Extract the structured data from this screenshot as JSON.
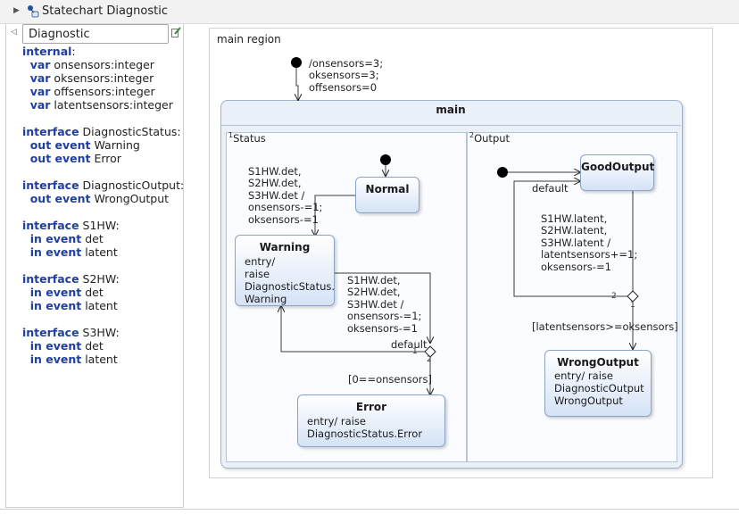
{
  "title_bar": {
    "title": "Statechart Diagnostic"
  },
  "definition_panel": {
    "name_value": "Diagnostic",
    "lines": [
      [
        {
          "t": "internal",
          "kw": true
        },
        {
          "t": ":",
          "kw": false
        }
      ],
      [
        {
          "t": "  var",
          "kw": true
        },
        {
          "t": " onsensors:integer",
          "kw": false
        }
      ],
      [
        {
          "t": "  var",
          "kw": true
        },
        {
          "t": " oksensors:integer",
          "kw": false
        }
      ],
      [
        {
          "t": "  var",
          "kw": true
        },
        {
          "t": " offsensors:integer",
          "kw": false
        }
      ],
      [
        {
          "t": "  var",
          "kw": true
        },
        {
          "t": " latentsensors:integer",
          "kw": false
        }
      ],
      [],
      [
        {
          "t": "interface",
          "kw": true
        },
        {
          "t": " DiagnosticStatus:",
          "kw": false
        }
      ],
      [
        {
          "t": "  out event",
          "kw": true
        },
        {
          "t": " Warning",
          "kw": false
        }
      ],
      [
        {
          "t": "  out event",
          "kw": true
        },
        {
          "t": " Error",
          "kw": false
        }
      ],
      [],
      [
        {
          "t": "interface",
          "kw": true
        },
        {
          "t": " DiagnosticOutput:",
          "kw": false
        }
      ],
      [
        {
          "t": "  out event",
          "kw": true
        },
        {
          "t": " WrongOutput",
          "kw": false
        }
      ],
      [],
      [
        {
          "t": "interface",
          "kw": true
        },
        {
          "t": " S1HW:",
          "kw": false
        }
      ],
      [
        {
          "t": "  in event",
          "kw": true
        },
        {
          "t": " det",
          "kw": false
        }
      ],
      [
        {
          "t": "  in event",
          "kw": true
        },
        {
          "t": " latent",
          "kw": false
        }
      ],
      [],
      [
        {
          "t": "interface",
          "kw": true
        },
        {
          "t": " S2HW:",
          "kw": false
        }
      ],
      [
        {
          "t": "  in event",
          "kw": true
        },
        {
          "t": " det",
          "kw": false
        }
      ],
      [
        {
          "t": "  in event",
          "kw": true
        },
        {
          "t": " latent",
          "kw": false
        }
      ],
      [],
      [
        {
          "t": "interface",
          "kw": true
        },
        {
          "t": " S3HW:",
          "kw": false
        }
      ],
      [
        {
          "t": "  in event",
          "kw": true
        },
        {
          "t": " det",
          "kw": false
        }
      ],
      [
        {
          "t": "  in event",
          "kw": true
        },
        {
          "t": " latent",
          "kw": false
        }
      ]
    ]
  },
  "diagram": {
    "region_label": "main region",
    "initial_effect": "/onsensors=3;\noksensors=3;\noffsensors=0",
    "main_state": "main",
    "status_region": {
      "index": "1",
      "name": "Status"
    },
    "output_region": {
      "index": "2",
      "name": "Output"
    },
    "states": {
      "normal": {
        "name": "Normal",
        "body": ""
      },
      "warning": {
        "name": "Warning",
        "body": "entry/\nraise\nDiagnosticStatus.\nWarning"
      },
      "error": {
        "name": "Error",
        "body": "entry/ raise\nDiagnosticStatus.Error"
      },
      "good_output": {
        "name": "GoodOutput",
        "body": ""
      },
      "wrong_output": {
        "name": "WrongOutput",
        "body": "entry/ raise\nDiagnosticOutput\nWrongOutput"
      }
    },
    "transitions": {
      "normal_to_warning": "S1HW.det,\nS2HW.det,\nS3HW.det /\nonsensors-=1;\noksensors-=1",
      "warning_to_choice": "S1HW.det,\nS2HW.det,\nS3HW.det /\nonsensors-=1;\noksensors-=1",
      "status_default": "default",
      "status_to_error": "[0==onsensors]",
      "output_default": "default",
      "good_to_choice": "S1HW.latent,\nS2HW.latent,\nS3HW.latent /\nlatentsensors+=1;\noksensors-=1",
      "to_wrong_output": "[latentsensors>=oksensors]"
    },
    "priorities": {
      "status_p1": "1",
      "status_p2": "2",
      "output_p1": "1",
      "output_p2": "2"
    }
  },
  "colors": {
    "keyword": "#1f3fa0",
    "state_fill_top": "#ffffff",
    "state_fill_bottom": "#d5e3f6",
    "state_border": "#8aa3c6",
    "region_fill": "#eaf0f8"
  }
}
